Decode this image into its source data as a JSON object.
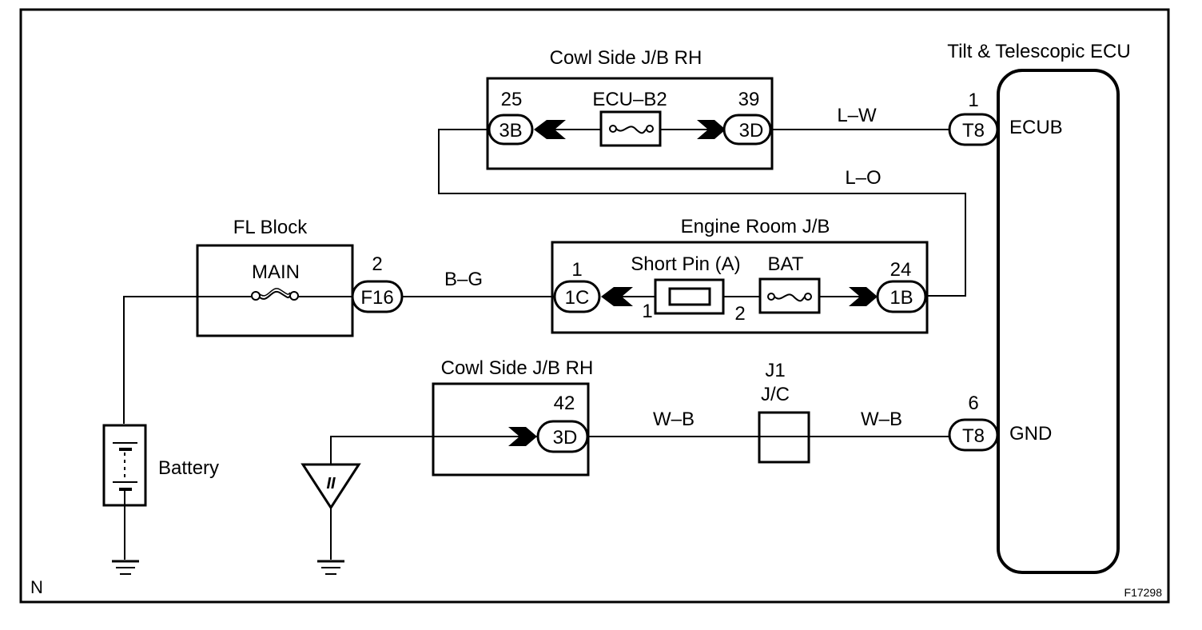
{
  "diagram": {
    "frame_code": "N",
    "figure_id": "F17298",
    "components": {
      "cowl_top": {
        "title": "Cowl Side J/B RH",
        "fuse": "ECU–B2",
        "left_pin": "25",
        "left_connector": "3B",
        "right_pin": "39",
        "right_connector": "3D"
      },
      "ecu": {
        "title": "Tilt & Telescopic ECU",
        "top_pin": "1",
        "top_connector": "T8",
        "top_terminal": "ECUB",
        "bottom_pin": "6",
        "bottom_connector": "T8",
        "bottom_terminal": "GND"
      },
      "fl_block": {
        "title": "FL Block",
        "fuse": "MAIN",
        "pin": "2",
        "connector": "F16"
      },
      "engine_room": {
        "title": "Engine Room J/B",
        "short_pin": "Short Pin (A)",
        "short_pin_left": "1",
        "short_pin_right": "2",
        "fuse": "BAT",
        "left_pin": "1",
        "left_connector": "1C",
        "right_pin": "24",
        "right_connector": "1B"
      },
      "cowl_bottom": {
        "title": "Cowl Side J/B RH",
        "pin": "42",
        "connector": "3D"
      },
      "junction": {
        "id": "J1",
        "type": "J/C"
      },
      "battery": {
        "label": "Battery"
      },
      "ground_point": {
        "label": "II"
      }
    },
    "wires": {
      "lw": "L–W",
      "lo": "L–O",
      "bg": "B–G",
      "wb_left": "W–B",
      "wb_right": "W–B"
    }
  }
}
